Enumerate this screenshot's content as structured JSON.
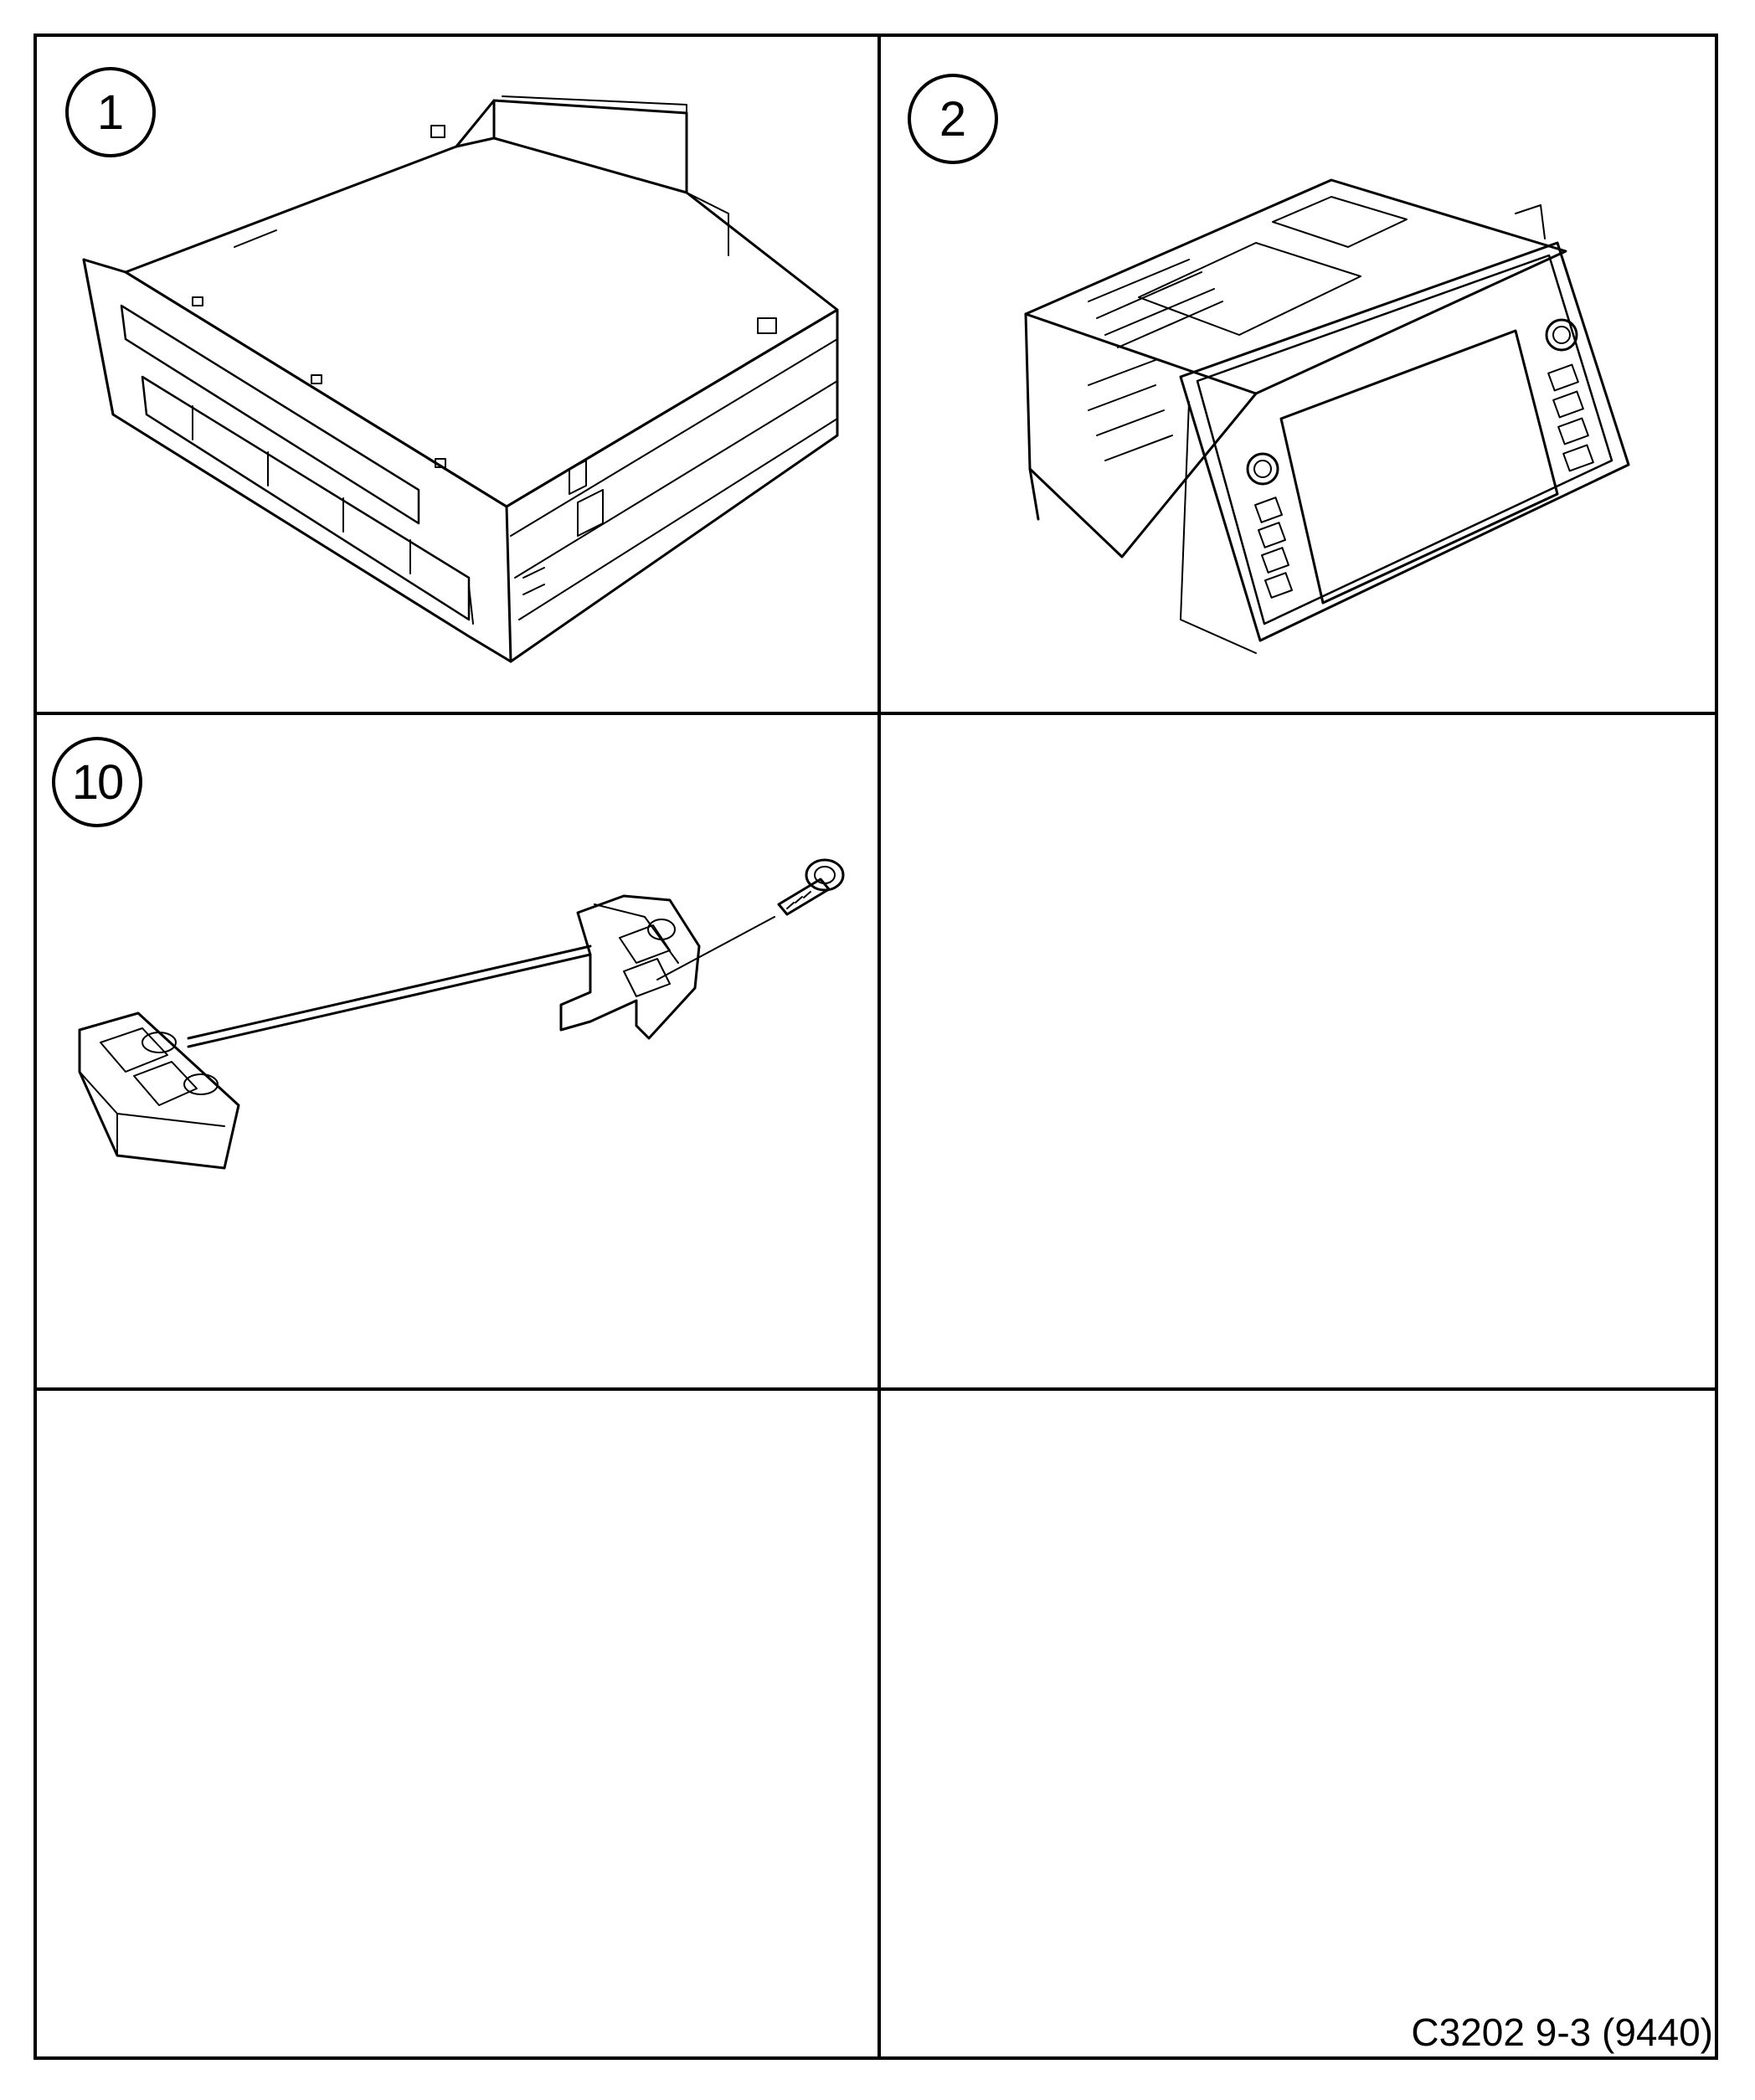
{
  "callouts": {
    "item1": "1",
    "item2": "2",
    "item10": "10"
  },
  "figure_code": "C3202 9-3 (9440)",
  "colors": {
    "line": "#000000",
    "background": "#ffffff"
  },
  "parts": [
    "cd-changer-unit",
    "navigation-radio-unit",
    "steering-wheel-control-switch"
  ]
}
